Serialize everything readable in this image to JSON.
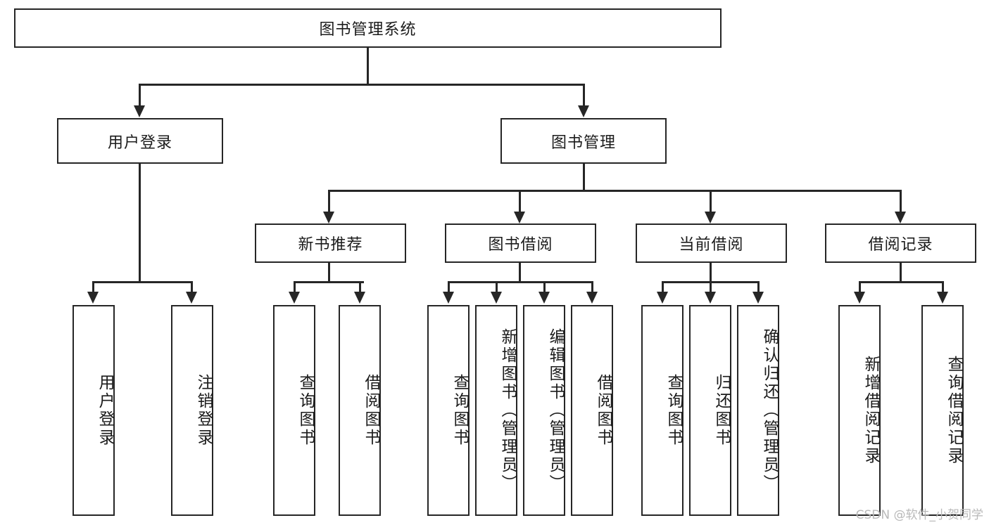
{
  "diagram": {
    "type": "tree-hierarchy-flowchart",
    "title_node": {
      "label": "图书管理系统"
    },
    "level2": [
      {
        "id": "user-login",
        "label": "用户登录"
      },
      {
        "id": "book-management",
        "label": "图书管理"
      }
    ],
    "level3": [
      {
        "id": "new-book-recommend",
        "label": "新书推荐"
      },
      {
        "id": "book-borrow",
        "label": "图书借阅"
      },
      {
        "id": "current-borrow",
        "label": "当前借阅"
      },
      {
        "id": "borrow-record",
        "label": "借阅记录"
      }
    ],
    "leaves": [
      {
        "id": "leaf-user-login",
        "label": "用户登录"
      },
      {
        "id": "leaf-logout-login",
        "label": "注销登录"
      },
      {
        "id": "leaf-query-book-1",
        "label": "查询图书"
      },
      {
        "id": "leaf-borrow-book-1",
        "label": "借阅图书"
      },
      {
        "id": "leaf-query-book-2",
        "label": "查询图书"
      },
      {
        "id": "leaf-add-book",
        "label": "新增图书（管理员）"
      },
      {
        "id": "leaf-edit-book",
        "label": "编辑图书（管理员）"
      },
      {
        "id": "leaf-borrow-book-2",
        "label": "借阅图书"
      },
      {
        "id": "leaf-query-book-3",
        "label": "查询图书"
      },
      {
        "id": "leaf-return-book",
        "label": "归还图书"
      },
      {
        "id": "leaf-confirm-return",
        "label": "确认归还（管理员）"
      },
      {
        "id": "leaf-add-record",
        "label": "新增借阅记录"
      },
      {
        "id": "leaf-query-record",
        "label": "查询借阅记录"
      }
    ],
    "colors": {
      "stroke": "#262626",
      "fill": "#ffffff",
      "text": "#1b1b1b",
      "watermark": "#b9b9b9"
    }
  },
  "watermark": {
    "text": "CSDN @软件_小贺同学"
  }
}
